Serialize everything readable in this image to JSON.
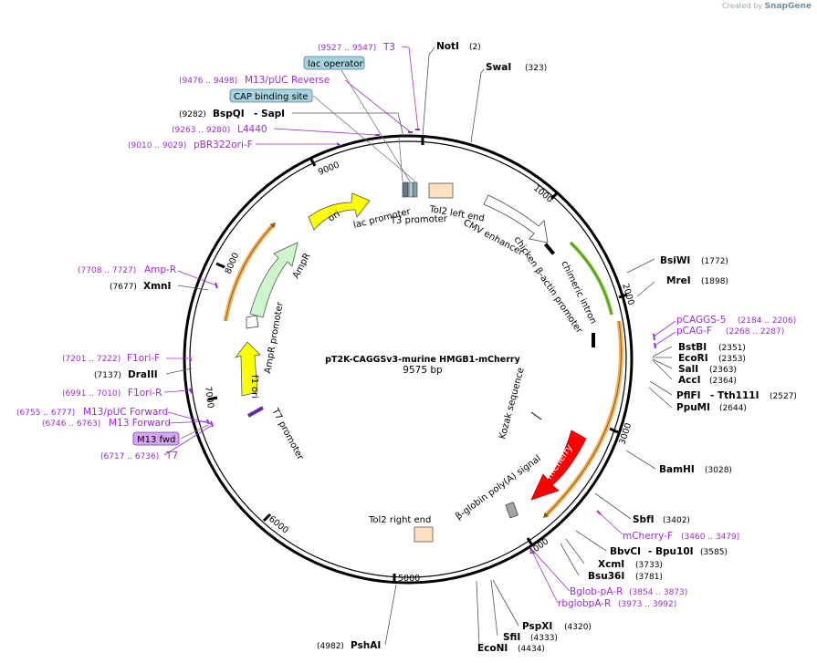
{
  "credit": {
    "prefix": "Created by",
    "brand": "SnapGene"
  },
  "plasmid": {
    "name": "pT2K-CAGGSv3-murine HMGB1-mCherry",
    "length_label": "9575 bp"
  },
  "ticks": [
    "1000",
    "2000",
    "3000",
    "4000",
    "5000",
    "6000",
    "7000",
    "8000",
    "9000"
  ],
  "sites": [
    {
      "name": "NotI",
      "pos": "(2)"
    },
    {
      "name": "SwaI",
      "pos": "(323)"
    },
    {
      "name": "BsiWI",
      "pos": "(1772)"
    },
    {
      "name": "MreI",
      "pos": "(1898)"
    },
    {
      "name": "BstBI",
      "pos": "(2351)"
    },
    {
      "name": "EcoRI",
      "pos": "(2353)"
    },
    {
      "name": "SalI",
      "pos": "(2363)"
    },
    {
      "name": "AccI",
      "pos": "(2364)"
    },
    {
      "name": "PflFI",
      "pos": ""
    },
    {
      "name": "- Tth111I",
      "pos": "(2527)"
    },
    {
      "name": "PpuMI",
      "pos": "(2644)"
    },
    {
      "name": "BamHI",
      "pos": "(3028)"
    },
    {
      "name": "SbfI",
      "pos": "(3402)"
    },
    {
      "name": "BbvCI",
      "pos": ""
    },
    {
      "name": "- Bpu10I",
      "pos": "(3585)"
    },
    {
      "name": "XcmI",
      "pos": "(3733)"
    },
    {
      "name": "Bsu36I",
      "pos": "(3781)"
    },
    {
      "name": "PspXI",
      "pos": "(4320)"
    },
    {
      "name": "SfiI",
      "pos": "(4333)"
    },
    {
      "name": "EcoNI",
      "pos": "(4434)"
    },
    {
      "name": "PshAI",
      "pos": "(4982)"
    },
    {
      "name": "DraIII",
      "pos": "(7137)"
    },
    {
      "name": "XmnI",
      "pos": "(7677)"
    },
    {
      "name": "BspQI",
      "pos": "(9282)"
    },
    {
      "name": "- SapI",
      "pos": ""
    }
  ],
  "primers": [
    {
      "name": "T3",
      "pos": "(9527 .. 9547)"
    },
    {
      "name": "M13/pUC Reverse",
      "pos": "(9476 .. 9498)"
    },
    {
      "name": "L4440",
      "pos": "(9263 .. 9280)"
    },
    {
      "name": "pBR322ori-F",
      "pos": "(9010 .. 9029)"
    },
    {
      "name": "pCAGGS-5",
      "pos": "(2184 .. 2206)"
    },
    {
      "name": "pCAG-F",
      "pos": "(2268 .. 2287)"
    },
    {
      "name": "mCherry-F",
      "pos": "(3460 .. 3479)"
    },
    {
      "name": "Bglob-pA-R",
      "pos": "(3854 .. 3873)"
    },
    {
      "name": "rbglobpA-R",
      "pos": "(3973 .. 3992)"
    },
    {
      "name": "Amp-R",
      "pos": "(7708 .. 7727)"
    },
    {
      "name": "F1ori-F",
      "pos": "(7201 .. 7222)"
    },
    {
      "name": "F1ori-R",
      "pos": "(6991 .. 7010)"
    },
    {
      "name": "M13/pUC Forward",
      "pos": "(6755 .. 6777)"
    },
    {
      "name": "M13 Forward",
      "pos": "(6746 .. 6763)"
    },
    {
      "name": "T7",
      "pos": "(6717 .. 6736)"
    }
  ],
  "boxed_labels": {
    "lac_operator": "lac operator",
    "cap_site": "CAP binding site",
    "m13_fwd": "M13 fwd"
  },
  "features": {
    "ori": "ori",
    "lac_promoter": "lac promoter",
    "t3_promoter": "T3 promoter",
    "tol2_left": "Tol2 left end",
    "cmv": "CMV enhancer",
    "cba": "chicken β-actin promoter",
    "intron": "chimeric intron",
    "kozak": "Kozak sequence",
    "mcherry": "mCherry",
    "bglobin": "β-globin poly(A) signal",
    "tol2_right": "Tol2 right end",
    "t7_promoter": "T7 promoter",
    "f1_ori": "f1 ori",
    "ampr_promoter": "AmpR promoter",
    "ampr": "AmpR"
  },
  "colors": {
    "primer": "#9c2bd6",
    "ori": "#ffff00",
    "ampr": "#cdf6cd",
    "mcherry": "#ff0000",
    "intron_outline": "#77c83a",
    "cds_outline": "#f2b35c",
    "tol2": "#fde0c2",
    "lac_box": "#a6d3df",
    "m13_box": "#d6a6f2"
  }
}
